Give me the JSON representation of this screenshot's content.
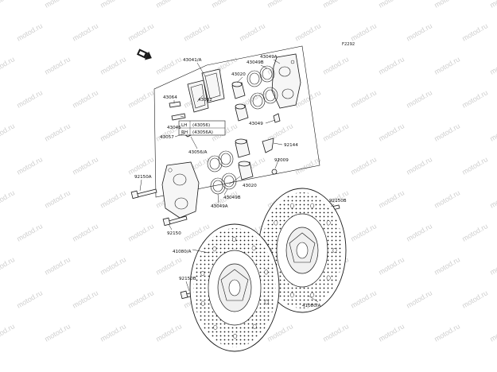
{
  "diagram": {
    "code": "F2292",
    "watermark": "motod.ru",
    "box_labels": {
      "lh": "LH",
      "lh_part": "(43056)",
      "rh": "RH",
      "rh_part": "(43056A)"
    },
    "labels": {
      "p43041A": "43041/A",
      "p43049A_top": "43049A",
      "p43049B_top": "43049B",
      "p43020_top": "43020",
      "p43064": "43064",
      "p43082": "43082",
      "p43049": "43049",
      "p43045": "43045",
      "p43057": "43057",
      "p43056A": "43056/A",
      "p92144": "92144",
      "p92009": "92009",
      "p92150A": "92150A",
      "p43020_bot": "43020",
      "p43049B_bot": "43049B",
      "p43049A_bot": "43049A",
      "p92150": "92150",
      "p92150B_right": "92150B",
      "p41080A_left": "41080/A",
      "p92150B_left": "92150B",
      "p41080A_right": "41080/A"
    }
  }
}
